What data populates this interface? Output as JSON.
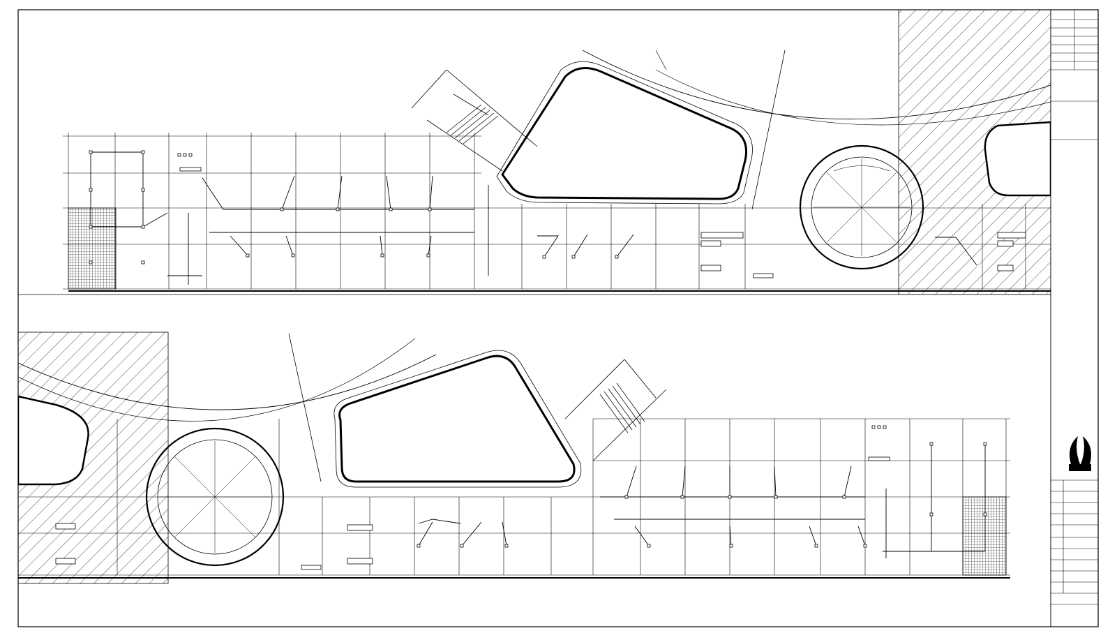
{
  "drawing": {
    "type": "architectural-electrical-plan",
    "views": 2,
    "line_color": "#000000",
    "paper_color": "#ffffff",
    "hatch_color": "#333333"
  },
  "title_block": {
    "logo_name": "emblem-logo",
    "rows": [
      "",
      "",
      "",
      "",
      "",
      "",
      "",
      "",
      "",
      "",
      "",
      ""
    ]
  }
}
